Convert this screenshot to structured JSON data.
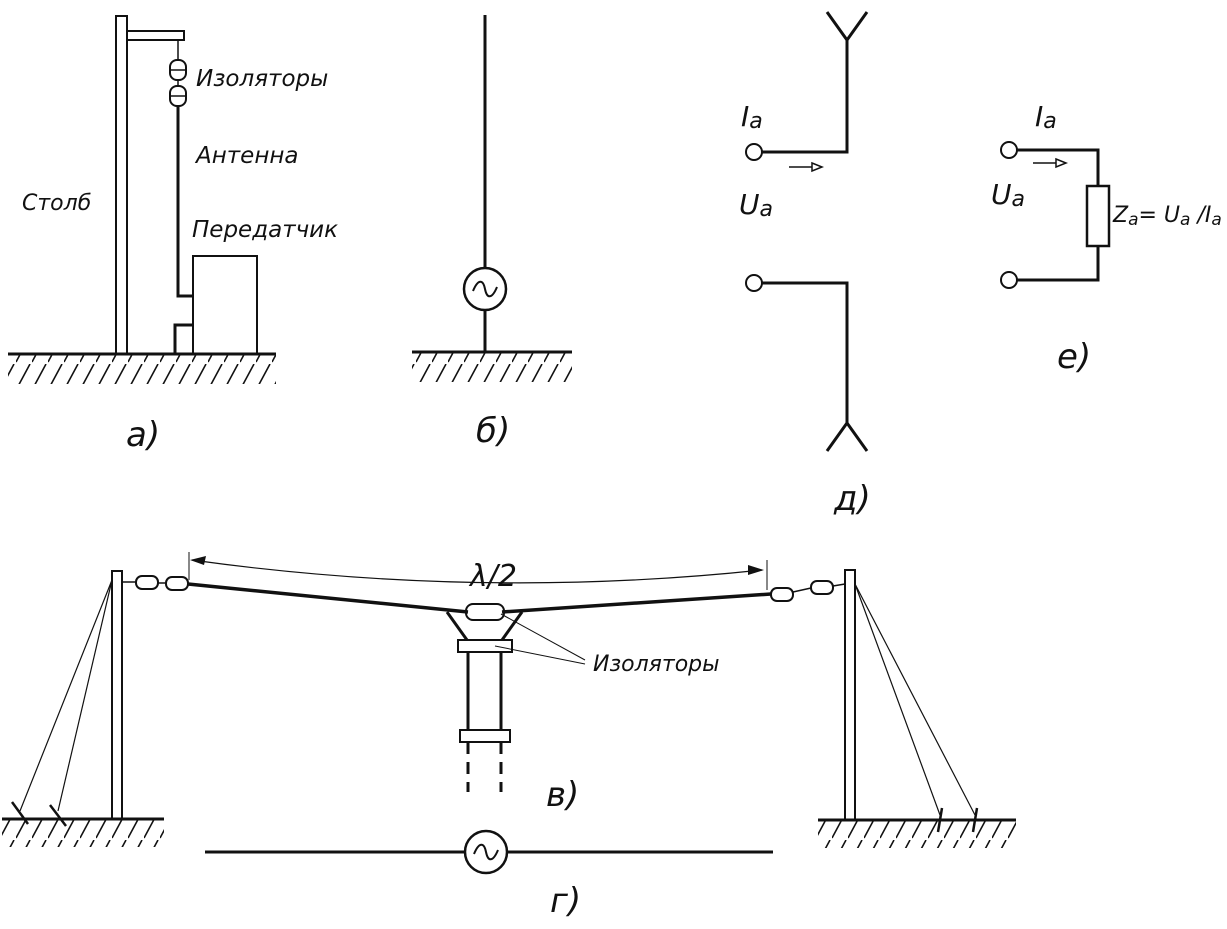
{
  "labels": {
    "pole": "Столб",
    "insulators_top": "Изоляторы",
    "antenna": "Антенна",
    "transmitter": "Передатчик",
    "insulators_bottom": "Изоляторы",
    "half_wave": "λ/2",
    "current": "I",
    "voltage": "U",
    "sub_a": "a",
    "impedance": "Z",
    "impedance_formula": "= U",
    "slash_i": " /I"
  },
  "captions": {
    "a": "а)",
    "b": "б)",
    "v": "в)",
    "g": "г)",
    "d": "д)",
    "e": "е)"
  },
  "colors": {
    "ink": "#111111",
    "background": "#ffffff"
  }
}
